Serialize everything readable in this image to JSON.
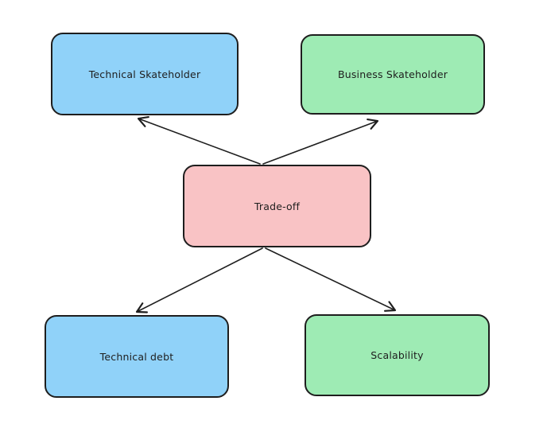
{
  "diagram": {
    "nodes": {
      "technical_stakeholder": {
        "label": "Technical Skateholder",
        "fill": "#90d2f9"
      },
      "business_stakeholder": {
        "label": "Business Skateholder",
        "fill": "#9eebb4"
      },
      "trade_off": {
        "label": "Trade-off",
        "fill": "#f9c3c5"
      },
      "technical_debt": {
        "label": "Technical debt",
        "fill": "#90d2f9"
      },
      "scalability": {
        "label": "Scalability",
        "fill": "#9eebb4"
      }
    },
    "edges": [
      {
        "from": "trade_off",
        "to": "technical_stakeholder"
      },
      {
        "from": "trade_off",
        "to": "business_stakeholder"
      },
      {
        "from": "trade_off",
        "to": "technical_debt"
      },
      {
        "from": "trade_off",
        "to": "scalability"
      }
    ],
    "colors": {
      "stroke": "#1e1e1e",
      "background": "#ffffff",
      "blue_fill": "#90d2f9",
      "green_fill": "#9eebb4",
      "pink_fill": "#f9c3c5"
    }
  }
}
